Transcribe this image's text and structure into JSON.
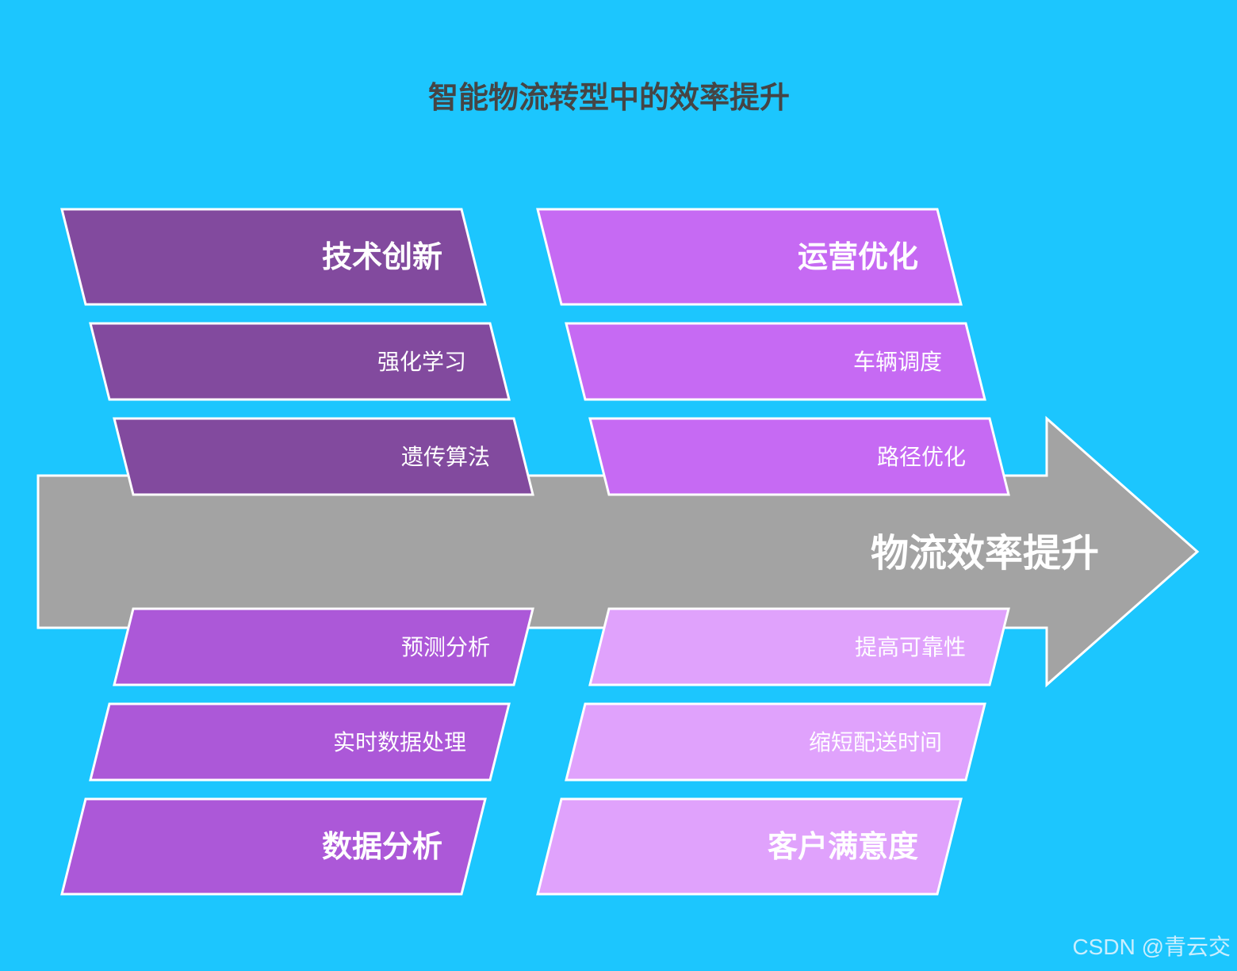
{
  "title": "智能物流转型中的效率提升",
  "spine_label": "物流效率提升",
  "watermark": "CSDN @青云交",
  "colors": {
    "background": "#1cc6fe",
    "arrow": "#a3a3a3",
    "tech": "#824a9e",
    "ops": "#c66af3",
    "data": "#ac58d8",
    "customer": "#e0a2fc"
  },
  "branches": {
    "tech": {
      "label": "技术创新",
      "items": [
        "强化学习",
        "遗传算法"
      ]
    },
    "ops": {
      "label": "运营优化",
      "items": [
        "车辆调度",
        "路径优化"
      ]
    },
    "data": {
      "label": "数据分析",
      "items": [
        "预测分析",
        "实时数据处理"
      ]
    },
    "customer": {
      "label": "客户满意度",
      "items": [
        "提高可靠性",
        "缩短配送时间"
      ]
    }
  }
}
